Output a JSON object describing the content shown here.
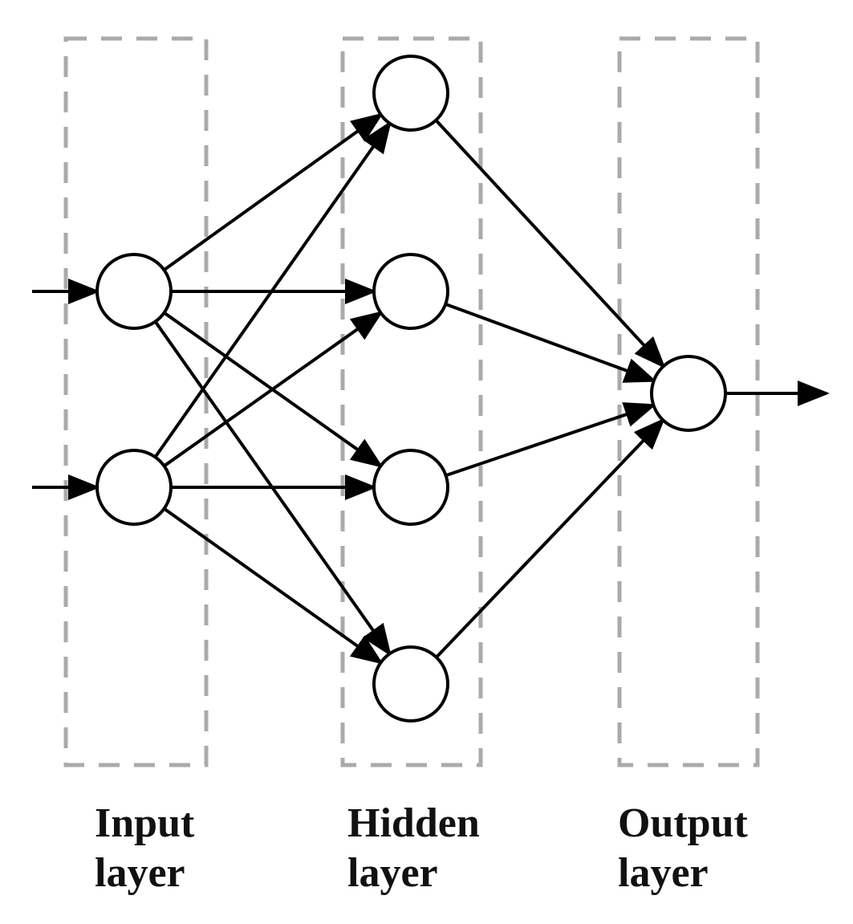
{
  "diagram": {
    "layers": [
      {
        "id": "input",
        "title_line1": "Input",
        "title_line2": "layer",
        "node_count": 2
      },
      {
        "id": "hidden",
        "title_line1": "Hidden",
        "title_line2": "layer",
        "node_count": 4
      },
      {
        "id": "output",
        "title_line1": "Output",
        "title_line2": "layer",
        "node_count": 1
      }
    ],
    "connectivity": "fully-connected",
    "external_inputs": 2,
    "external_outputs": 1,
    "colors": {
      "node_stroke": "#000000",
      "edge": "#000000",
      "layer_box": "#aaaaaa",
      "text": "#111111"
    }
  }
}
